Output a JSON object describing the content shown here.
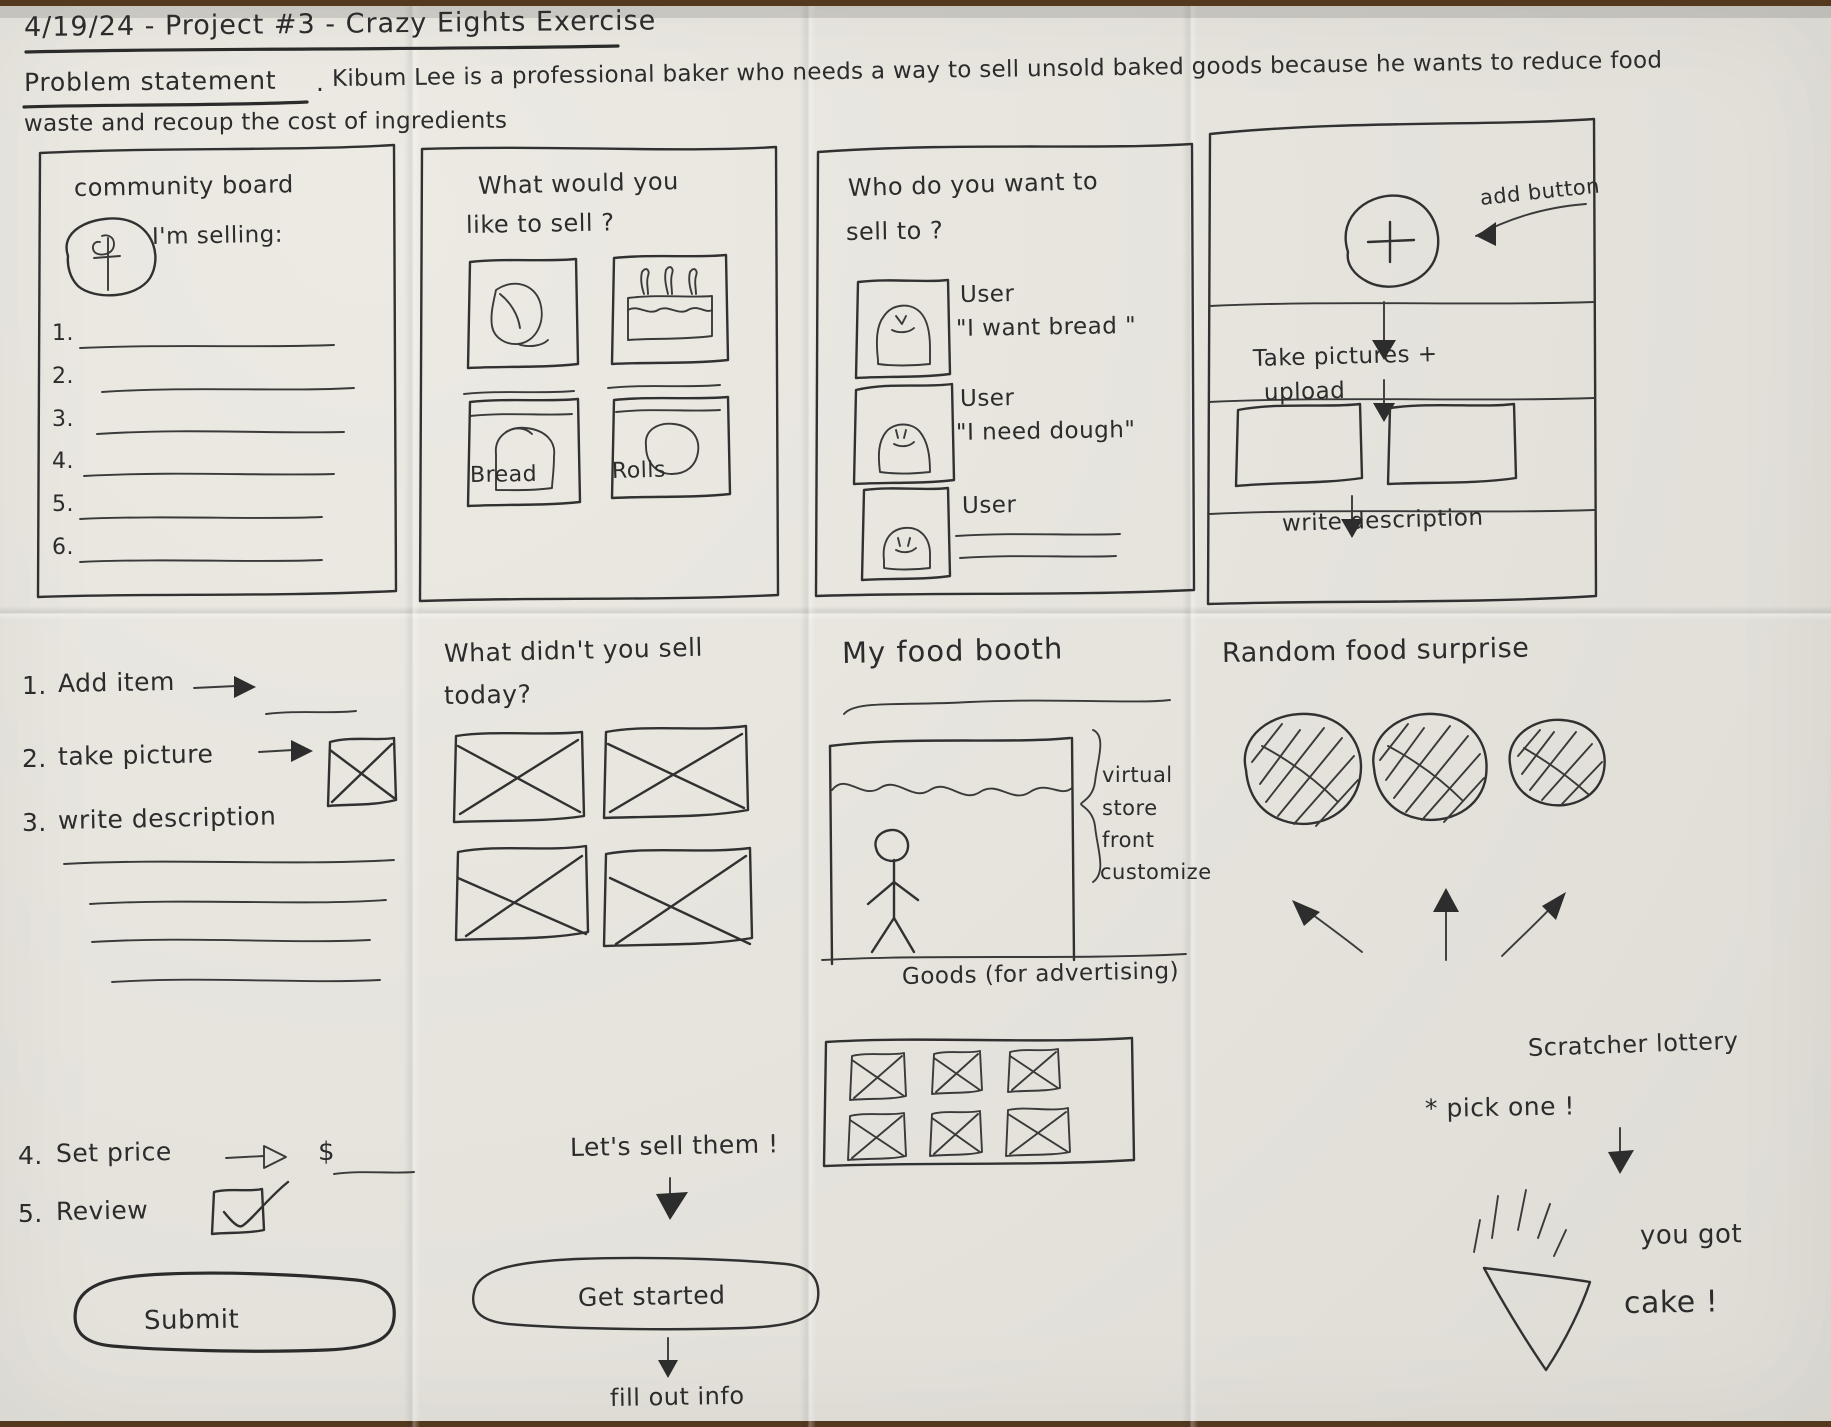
{
  "header": {
    "date_title": "4/19/24 - Project #3 - Crazy Eights Exercise",
    "problem_label": "Problem statement",
    "problem_separator": ".",
    "problem_text_line1": "Kibum Lee is a professional baker who needs a way to sell unsold baked goods because he wants to reduce food",
    "problem_text_line2": "waste and recoup the cost of ingredients"
  },
  "panels": {
    "p1": {
      "title": "community board",
      "subtitle": "I'm selling:",
      "avatar_icon": "user-avatar-icon",
      "list_numbers": [
        "1.",
        "2.",
        "3.",
        "4.",
        "5.",
        "6."
      ]
    },
    "p2": {
      "title_line1": "What would you",
      "title_line2": "like to sell ?",
      "items": [
        {
          "icon": "croissant-icon",
          "label": ""
        },
        {
          "icon": "cake-icon",
          "label": ""
        },
        {
          "icon": "bread-loaf-icon",
          "label": "Bread"
        },
        {
          "icon": "roll-icon",
          "label": "Rolls"
        }
      ]
    },
    "p3": {
      "title_line1": "Who do you want to",
      "title_line2": "sell to ?",
      "users": [
        {
          "avatar": "person-avatar-icon",
          "name": "User",
          "quote": "\"I want bread \""
        },
        {
          "avatar": "person-avatar-icon",
          "name": "User",
          "quote": "\"I need dough\""
        },
        {
          "avatar": "person-avatar-icon",
          "name": "User",
          "quote": ""
        }
      ]
    },
    "p4": {
      "add_button_label": "add button",
      "add_button_glyph": "+",
      "step_upload_line1": "Take pictures +",
      "step_upload_line2": "upload",
      "step_description": "write description",
      "photo_slots": 2
    },
    "p5": {
      "steps": [
        {
          "num": "1.",
          "text": "Add item"
        },
        {
          "num": "2.",
          "text": "take picture"
        },
        {
          "num": "3.",
          "text": "write description"
        },
        {
          "num": "4.",
          "text": "Set price"
        },
        {
          "num": "5.",
          "text": "Review"
        }
      ],
      "price_symbol": "$",
      "submit_label": "Submit"
    },
    "p6": {
      "title_line1": "What didn't you sell",
      "title_line2": "today?",
      "unsold_tiles": 4,
      "cta_text": "Let's sell them !",
      "button_label": "Get started",
      "footer_text": "fill out info"
    },
    "p7": {
      "title": "My food booth",
      "brace_labels": [
        "virtual",
        "store",
        "front",
        "customize"
      ],
      "goods_label": "Goods (for advertising)",
      "goods_tiles": 6,
      "booth_icon": "awning-booth-icon",
      "person_icon": "stick-figure-icon"
    },
    "p8": {
      "title": "Random food surprise",
      "scratchers": 3,
      "scratcher_label": "Scratcher lottery",
      "pick_label": "* pick one !",
      "result_line1": "you got",
      "result_line2": "cake !",
      "result_icon": "cake-slice-icon"
    }
  },
  "colors": {
    "paper": "#e6e4dd",
    "ink": "#2c2c2c",
    "desk": "#55391f"
  }
}
